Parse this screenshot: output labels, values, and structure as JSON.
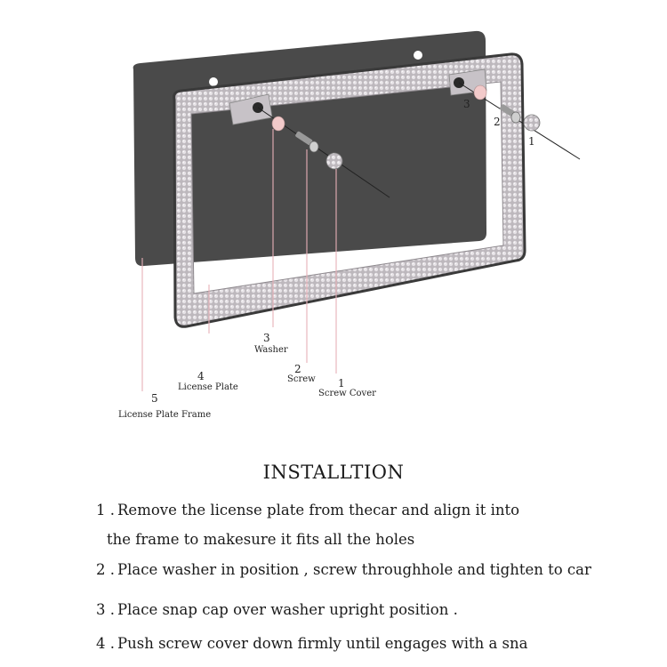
{
  "labels": {
    "washer": {
      "num": "3",
      "text": "Washer"
    },
    "screw": {
      "num": "2",
      "text": "Screw"
    },
    "screw_cover": {
      "num": "1",
      "text": "Screw Cover"
    },
    "license_plate": {
      "num": "4",
      "text": "License Plate"
    },
    "license_plate_frame": {
      "num": "5",
      "text": "License Plate Frame"
    },
    "top_right_nums": [
      "3",
      "2",
      "1"
    ]
  },
  "instructions": {
    "title": "INSTALLTION",
    "steps": [
      {
        "num": "1 .",
        "text": "Remove the license plate from thecar and align it into"
      },
      {
        "num": "",
        "text": "the frame to makesure it fits all the holes"
      },
      {
        "num": "2 .",
        "text": "Place washer in position , screw throughhole and tighten to car"
      },
      {
        "num": "3 .",
        "text": "Place snap cap over washer upright position ."
      },
      {
        "num": "4 .",
        "text": "Push screw cover down firmly until engages with a sna"
      }
    ]
  },
  "colors": {
    "plate": "#4a4a4a",
    "frame": "#c9c4c8",
    "washer": "#f0c8c8",
    "leader_line": "#e8b0b8"
  }
}
